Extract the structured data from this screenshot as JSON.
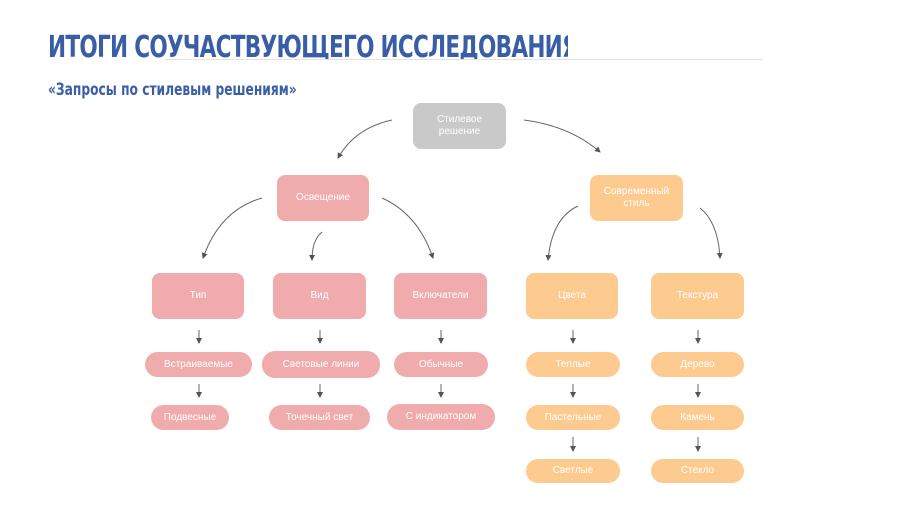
{
  "header": {
    "title": "ИТОГИ СОУЧАСТВУЮЩЕГО ИССЛЕДОВАНИЯ",
    "subtitle": "«Запросы по стилевым решениям»"
  },
  "colors": {
    "title": "#3a5ea6",
    "root": "#c9c9c9",
    "lighting": "#f0abad",
    "style": "#fdca90"
  },
  "diagram": {
    "root": "Стилевое решение",
    "lighting": {
      "label": "Освещение",
      "type": {
        "label": "Тип",
        "items": [
          "Встраиваемые",
          "Подвесные"
        ]
      },
      "view": {
        "label": "Вид",
        "items": [
          "Световые линии",
          "Точечный свет"
        ]
      },
      "switches": {
        "label": "Включатели",
        "items": [
          "Обычные",
          "С индикатором"
        ]
      }
    },
    "modern": {
      "label": "Современный стиль",
      "colors": {
        "label": "Цвета",
        "items": [
          "Теплые",
          "Пастельные",
          "Светлые"
        ]
      },
      "texture": {
        "label": "Текстура",
        "items": [
          "Дерево",
          "Камень",
          "Стекло"
        ]
      }
    }
  }
}
